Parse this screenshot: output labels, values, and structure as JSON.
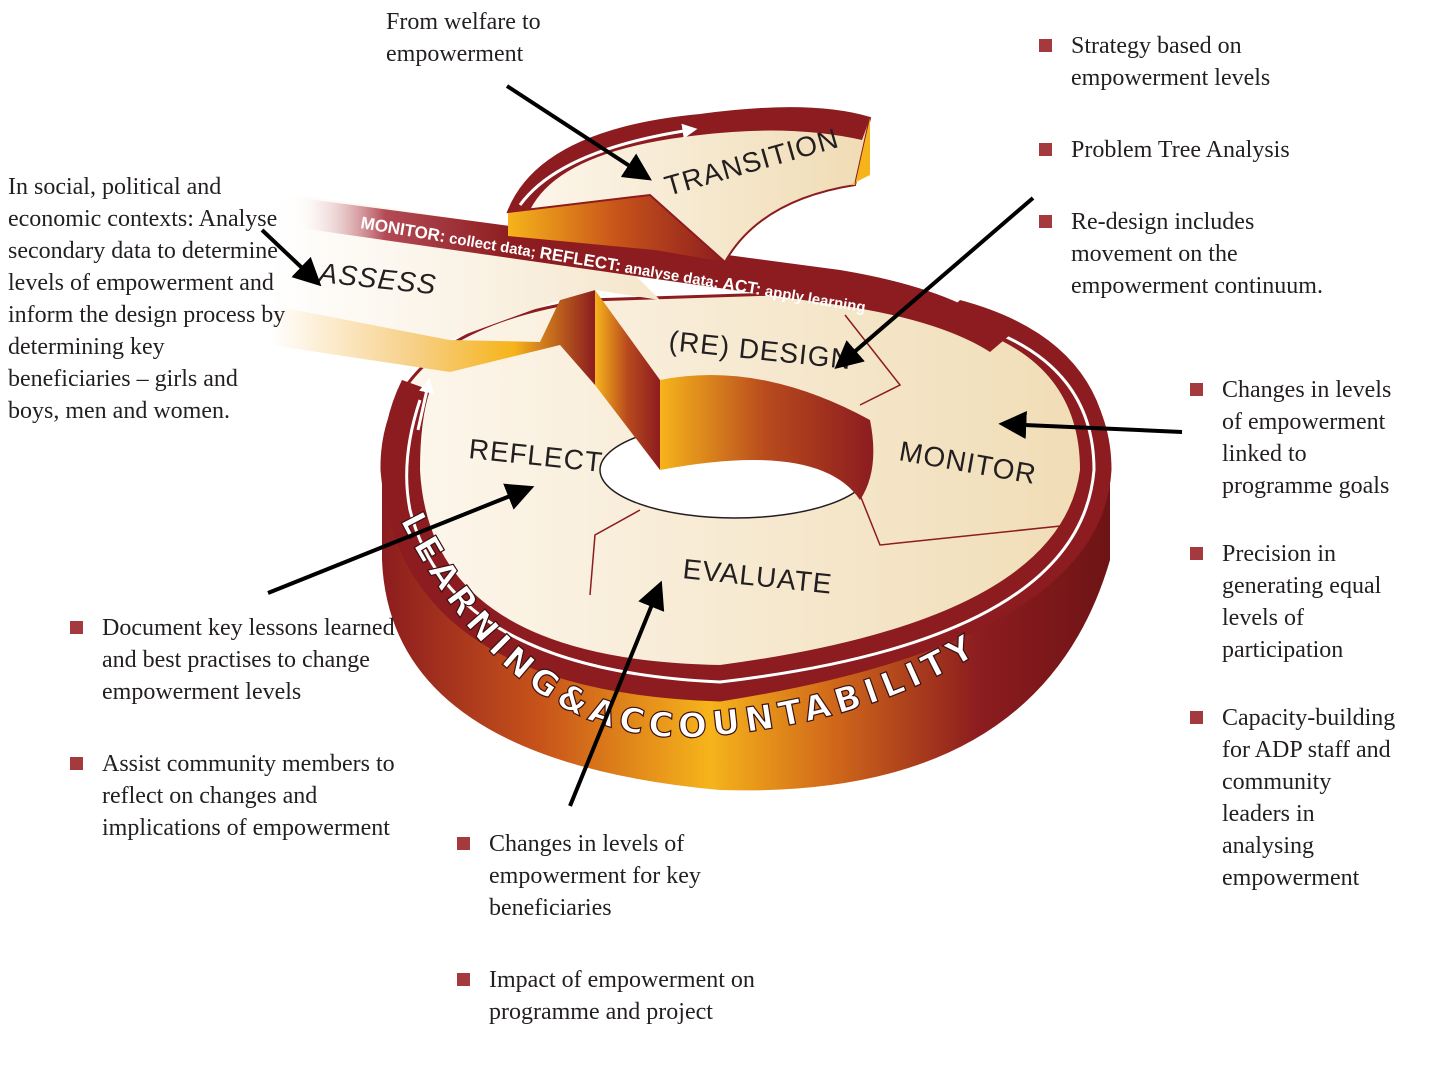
{
  "labels": {
    "transition_top": "From welfare to empowerment",
    "assess_note": "In social, political and economic contexts: Analyse secondary data to determine levels of empowerment and inform the design process by determining key beneficiaries – girls and boys, men and women."
  },
  "stages": {
    "transition": "TRANSITION",
    "assess": "ASSESS",
    "redesign": "(RE) DESIGN",
    "monitor": "MONITOR",
    "reflect": "REFLECT",
    "evaluate": "EVALUATE"
  },
  "ring_label": "LEARNING&ACCOUNTABILITY",
  "band": {
    "monitor": "MONITOR:",
    "monitor_text": " collect data; ",
    "reflect": "REFLECT:",
    "reflect_text": " analyse data; ",
    "act": "ACT:",
    "act_text": " apply learning"
  },
  "lists": {
    "design": [
      "Strategy based on empowerment levels",
      "Problem Tree Analysis",
      "Re-design includes movement on the empowerment continuum."
    ],
    "monitor": [
      "Changes in levels of empowerment linked to programme goals",
      "Precision in generating equal levels of participation",
      "Capacity-building for ADP staff and community leaders in analysing empowerment"
    ],
    "reflect": [
      "Document key lessons learned and best practises to change empowerment levels",
      "Assist community members to reflect on changes and implications of empowerment"
    ],
    "evaluate": [
      "Changes in levels of empowerment for key beneficiaries",
      "Impact of empowerment on programme and project"
    ]
  },
  "colors": {
    "ring_dark": "#8c1c1f",
    "ring_gold": "#f6b41b",
    "surface": "#f6e8cc",
    "bullet": "#a43a3e"
  }
}
